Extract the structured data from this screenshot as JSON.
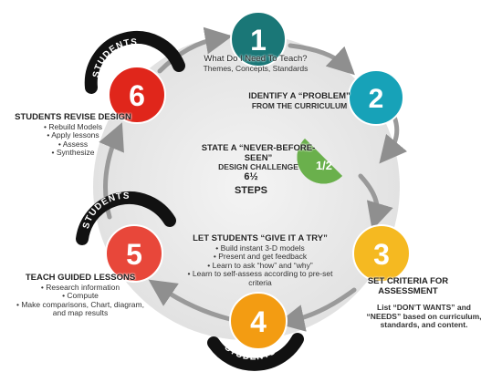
{
  "steps": [
    {
      "number": "1",
      "color": "#1a7777",
      "title": "What Do I Need To Teach?",
      "subtitle": "Themes, Concepts, Standards"
    },
    {
      "number": "2",
      "color": "#17a2b8",
      "title": "IDENTIFY A “PROBLEM”",
      "subtitle": "FROM THE CURRICULUM"
    },
    {
      "number": "1/2",
      "color": "#6ab04c",
      "title": "STATE A “NEVER-BEFORE-SEEN”",
      "subtitle": "DESIGN CHALLENGE"
    },
    {
      "number": "3",
      "color": "#f5b921",
      "title": "SET CRITERIA FOR ASSESSMENT",
      "subtitle": "List “DON’T WANTS” and “NEEDS” based on curriculum, standards, and content."
    },
    {
      "number": "4",
      "color": "#f39c12",
      "title": "LET STUDENTS “GIVE IT A TRY”",
      "bullets": [
        "Build instant 3-D models",
        "Present and get feedback",
        "Learn to ask “how” and “why”",
        "Learn to self-assess according to pre-set criteria"
      ]
    },
    {
      "number": "5",
      "color": "#e8473a",
      "title": "TEACH GUIDED LESSONS",
      "bullets": [
        "Research information",
        "Compute",
        "Make comparisons, Chart, diagram, and map results"
      ]
    },
    {
      "number": "6",
      "color": "#e0261b",
      "title": "STUDENTS REVISE DESIGN",
      "bullets": [
        "Rebuild Models",
        "Apply lessons",
        "Assess",
        "Synthesize"
      ]
    }
  ],
  "center": {
    "line1": "6½",
    "line2": "STEPS"
  },
  "badge_label": "STUDENTS"
}
